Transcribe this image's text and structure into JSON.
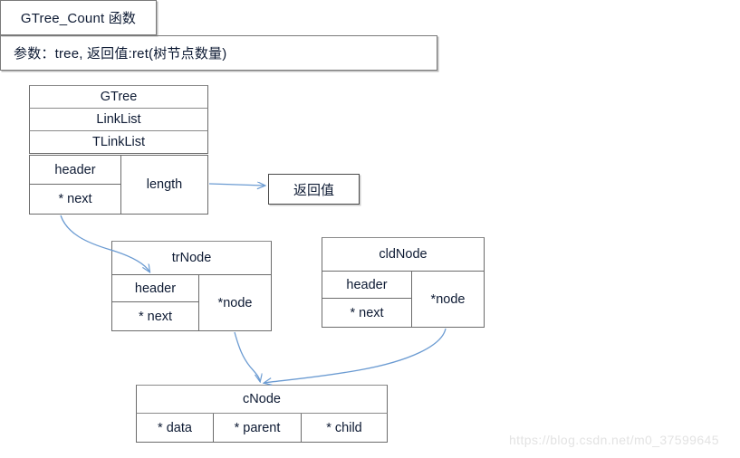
{
  "header": {
    "function_box": {
      "label": "GTree_Count 函数"
    },
    "signature_box": {
      "label": "参数：tree, 返回值:ret(树节点数量)"
    }
  },
  "structs": {
    "gtree": {
      "name": "GTree",
      "rows": [
        "GTree",
        "LinkList",
        "TLinkList"
      ],
      "fields": {
        "left": [
          "header",
          "* next"
        ],
        "right": "length"
      }
    },
    "trnode": {
      "name": "trNode",
      "title": "trNode",
      "fields": {
        "left": [
          "header",
          "* next"
        ],
        "right": "*node"
      }
    },
    "cldnode": {
      "name": "cldNode",
      "title": "cldNode",
      "fields": {
        "left": [
          "header",
          "* next"
        ],
        "right": "*node"
      }
    },
    "cnode": {
      "name": "cNode",
      "title": "cNode",
      "cells": [
        "* data",
        "* parent",
        "* child"
      ]
    }
  },
  "return_box": {
    "label": "返回值"
  },
  "connectors": [
    {
      "name": "gtree-to-return",
      "from": "gtree.length",
      "to": "return_box",
      "style": "straight-arrow"
    },
    {
      "name": "gtree-next-to-trnode",
      "from": "gtree.next",
      "to": "trnode.header",
      "style": "curved-arrow"
    },
    {
      "name": "trnode-node-to-cnode",
      "from": "trnode.node",
      "to": "cnode",
      "style": "curved-arrow"
    },
    {
      "name": "cldnode-node-to-cnode",
      "from": "cldnode.node",
      "to": "cnode",
      "style": "curved-arrow"
    }
  ],
  "colors": {
    "connector": "#6b9bd2",
    "box_border": "#5a5a5a",
    "text": "#0d1a33",
    "watermark": "#e3e3e3",
    "background": "#ffffff"
  },
  "watermark": {
    "text": "https://blog.csdn.net/m0_37599645"
  }
}
